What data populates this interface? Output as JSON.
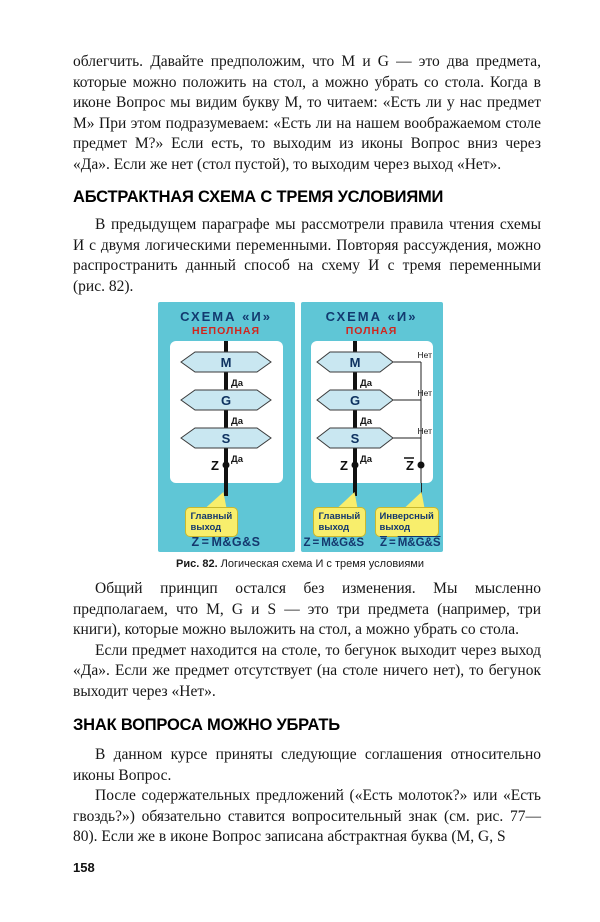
{
  "page": {
    "number": "158",
    "paragraph_1": "облегчить. Давайте предположим, что M и G — это два предмета, которые можно положить на стол, а можно убрать со стола. Когда в иконе Вопрос мы видим букву М, то читаем: «Есть ли у нас предмет М» При этом подразумеваем: «Есть ли на нашем воображаемом столе предмет М?» Если есть, то выходим из иконы Вопрос вниз через «Да». Если же нет (стол пустой), то выходим через выход «Нет».",
    "section_1": {
      "heading": "АБСТРАКТНАЯ СХЕМА С ТРЕМЯ УСЛОВИЯМИ",
      "paragraph_1": "В предыдущем параграфе мы рассмотрели правила чтения схемы И с двумя логическими переменными. Повторяя рассуждения, можно распространить данный способ на схему И с тремя переменными (рис. 82).",
      "paragraph_2": "Общий принцип остался без изменения. Мы мысленно предполагаем, что M, G и S — это три предмета (например, три книги), которые можно выложить на стол, а можно убрать со стола.",
      "paragraph_3": "Если предмет находится на столе, то бегунок выходит через выход «Да». Если же предмет отсутствует (на столе ничего нет), то бегунок выходит через «Нет»."
    },
    "section_2": {
      "heading": "ЗНАК ВОПРОСА МОЖНО УБРАТЬ",
      "paragraph_1": "В данном курсе приняты следующие соглашения относительно иконы Вопрос.",
      "paragraph_2": "После содержательных предложений («Есть молоток?» или «Есть гвоздь?») обязательно ставится вопросительный знак (см. рис. 77—80). Если же в иконе Вопрос записана абстрактная буква (M, G, S"
    }
  },
  "figure": {
    "caption_label": "Рис. 82.",
    "caption_text": " Логическая схема И с тремя условиями",
    "labels": {
      "yes": "Да",
      "no": "Нет"
    },
    "colors": {
      "panel_bg": "#5fc6d6",
      "hexagon_fill": "#c9e7f1",
      "callout_bg": "#f8ee6c",
      "title_navy": "#123a70",
      "subtitle_red": "#d2251c"
    },
    "left_panel": {
      "title": "СХЕМА «И»",
      "subtitle": "НЕПОЛНАЯ",
      "nodes": [
        "M",
        "G",
        "S"
      ],
      "output": "Z",
      "callout_main": {
        "line1": "Главный",
        "line2": "выход"
      },
      "formula": {
        "lhs": "Z",
        "eq": "=",
        "rhs": "M&G&S"
      }
    },
    "right_panel": {
      "title": "СХЕМА «И»",
      "subtitle": "ПОЛНАЯ",
      "nodes": [
        "M",
        "G",
        "S"
      ],
      "output_main": "Z",
      "output_inverse": "Z",
      "callout_main": {
        "line1": "Главный",
        "line2": "выход"
      },
      "callout_inverse": {
        "line1": "Инверсный",
        "line2": "выход"
      },
      "formula_main": {
        "lhs": "Z",
        "eq": "=",
        "rhs": "M&G&S"
      },
      "formula_inverse": {
        "lhs": "Z",
        "eq": "=",
        "rhs": "M&G&S"
      }
    }
  }
}
